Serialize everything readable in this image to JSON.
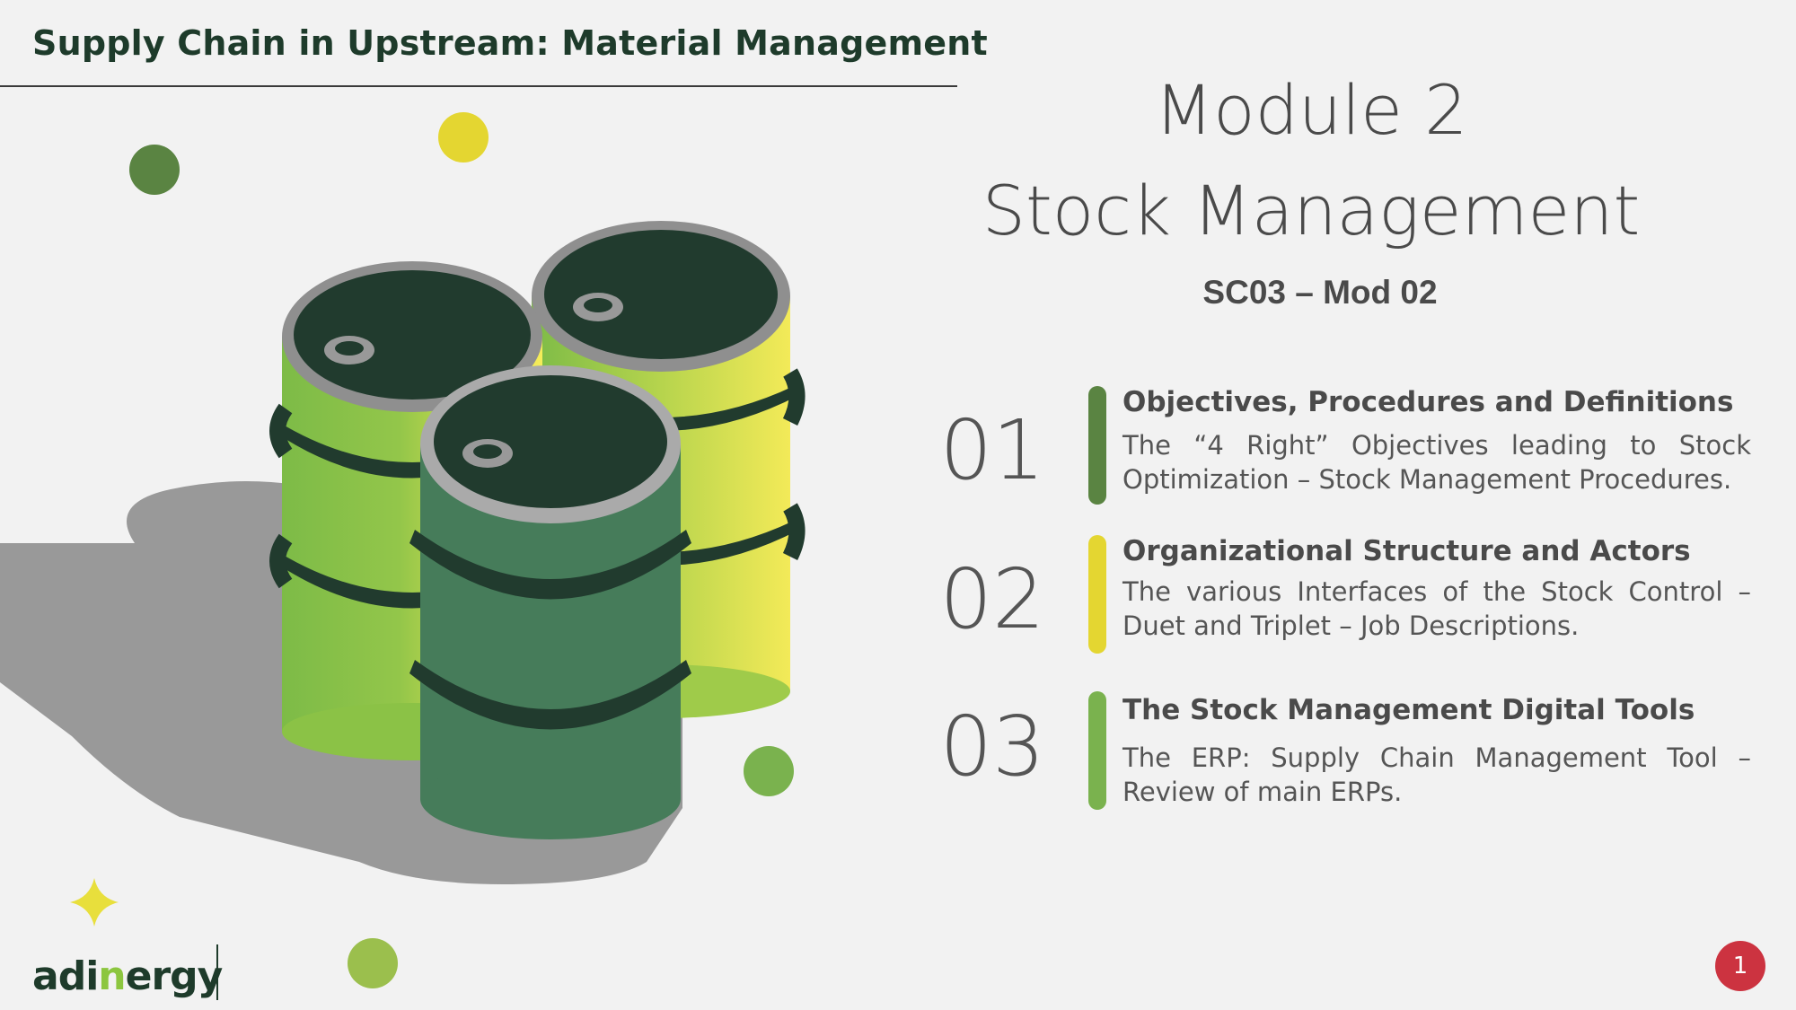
{
  "header": {
    "title": "Supply Chain in Upstream: Material Management"
  },
  "module": {
    "line1": "Module 2",
    "line2": "Stock Management",
    "code": "SC03 – Mod 02"
  },
  "items": [
    {
      "number": "01",
      "title": "Objectives, Procedures and Definitions",
      "description": "The “4 Right” Objectives leading to Stock Optimization – Stock Management Procedures.",
      "color": "#5a8442"
    },
    {
      "number": "02",
      "title": "Organizational Structure and Actors",
      "description": "The various Interfaces of the Stock Control – Duet and Triplet – Job Descriptions.",
      "color": "#e4d631"
    },
    {
      "number": "03",
      "title": "The Stock Management Digital Tools",
      "description": "The ERP: Supply Chain Management Tool – Review of main ERPs.",
      "color": "#7ab24e"
    }
  ],
  "footer": {
    "logo_part1": "ad",
    "logo_part2": "i",
    "logo_part3": "n",
    "logo_part4": "e",
    "logo_part5": "rgy",
    "page_number": "1"
  },
  "colors": {
    "background": "#f2f2f2",
    "dark_green": "#1e3b2b",
    "accent_red": "#cc3340",
    "yellow": "#e4d631",
    "mid_green": "#5a8442",
    "light_green": "#7ab24e"
  },
  "icons": [
    "oil-barrels-illustration",
    "sparkle-icon"
  ]
}
